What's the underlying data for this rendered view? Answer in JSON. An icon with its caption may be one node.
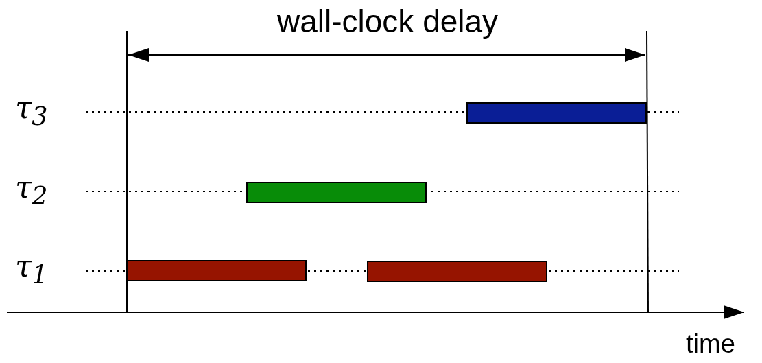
{
  "diagram": {
    "title": "wall-clock delay",
    "nodes": [
      {
        "text": [],
        "shape": "bar"
      },
      {
        "text": [],
        "shape": "bar"
      },
      {
        "text": [],
        "shape": "bar"
      },
      {
        "text": [],
        "shape": "bar"
      }
    ],
    "labels": [
      "τ$_{3}$",
      "τ$_{2}$",
      "τ$_{1}$",
      "time"
    ]
  }
}
